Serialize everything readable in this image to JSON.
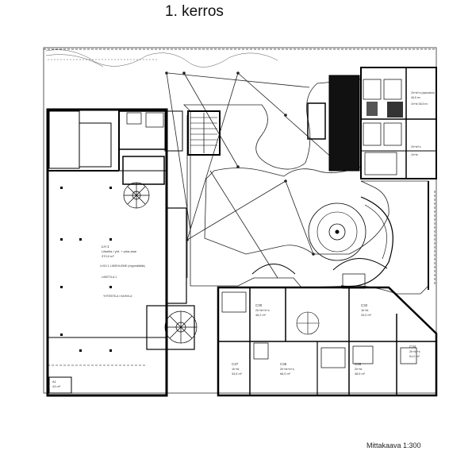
{
  "drawing": {
    "title": "1. kerros",
    "scale_text": "Mittakaava  1:300"
  },
  "rooms": {
    "lh1_name": "LH 1",
    "lh1_line1": "Liiketila / yht. + piha-alue",
    "lh1_area": "370,0 m²",
    "lh1_line2": "LH10 1 LIIKEHUONE (myymälätila)",
    "lh1_line3": "LIIKETILA 1",
    "lh1_line4": "YHTEISTILA / KAHVILA",
    "a1_name": "A1",
    "a1_area": "43 m²",
    "c30_name": "C30",
    "c30_type": "2h+kt+k+s",
    "c30_area": "46,2 m²",
    "c32_name": "C32",
    "c32_type": "1h+kt",
    "c32_area": "33,0 m²",
    "c36_name": "C36",
    "c36_type": "2h+kt+k+s",
    "c36_area": "66,0 m²",
    "c35_name": "C35",
    "c35_type": "2h+kt",
    "c35_area": "38,5 m²",
    "c37_name": "C37",
    "c37_type": "1h+kt",
    "c37_area": "34,5 m²",
    "c34_name": "C34",
    "c34_type": "2h+kt+s",
    "c34_area": "51,0 m²",
    "ne_line1": "2h+kt+s (saunaton)",
    "ne_line2": "46,5 m²",
    "ne_line3": "1h+kt  36,5 m²",
    "ne_line4": "2h+kt+s",
    "ne_line5": "1h+kt"
  }
}
